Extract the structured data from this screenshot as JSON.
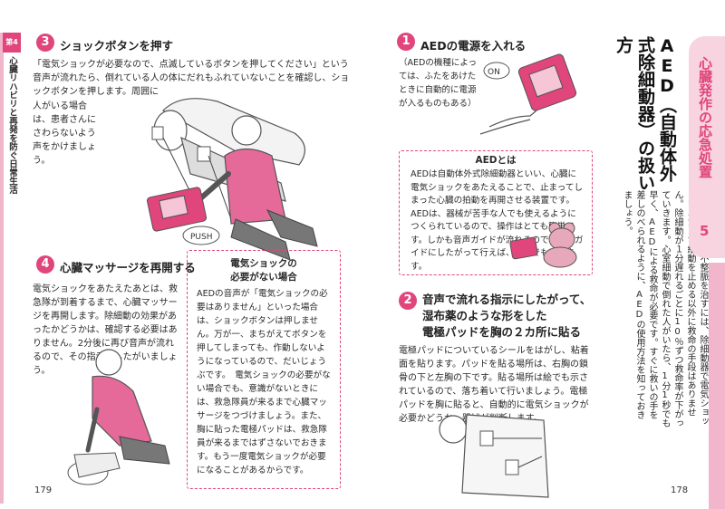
{
  "left_page": {
    "chapter_tab": "第4章",
    "chapter_title": "心臓リハビリと再発を防ぐ日常生活",
    "section3": {
      "number": "3",
      "title": "ショックボタンを押す",
      "text1": "「電気ショックが必要なので、点滅しているボタンを押してください」という音声が流れたら、倒れている人の体にだれもふれていないことを確認し、ショックボタンを押します。周囲に",
      "text2": "人がいる場合は、患者さんにさわらないよう声をかけましょう。",
      "illustration_label": "PUSH"
    },
    "section4": {
      "number": "4",
      "title": "心臓マッサージを再開する",
      "text": "電気ショックをあたえたあとは、救急隊が到着するまで、心臓マッサージを再開します。除細動の効果があったかどうかは、確認する必要はありません。2分後に再び音声が流れるので、その指示にしたがいましょう。"
    },
    "box": {
      "title_line1": "電気ショックの",
      "title_line2": "必要がない場合",
      "text": "AEDの音声が「電気ショックの必要はありません」といった場合は、ショックボタンは押しません。万が一、まちがえてボタンを押してしまっても、作動しないようになっているので、だいじょうぶです。　電気ショックの必要がない場合でも、意識がないときには、救急隊員が来るまで心臓マッサージをつづけましょう。また、胸に貼った電極パッドは、救急隊員が来るまではずさないでおきます。もう一度電気ショックが必要になることがあるからです。"
    },
    "folio": "179"
  },
  "right_page": {
    "section_label": "心臓発作の応急処置",
    "section_number": "5",
    "main_title": "AED（自動体外式除細動器）の扱い方",
    "intro_text": "心室細動という不整脈を治すには、除細動器で電気ショックをあたえて細動を止める以外に救命の手段はありません。除細動が１分遅れるごとに10％ずつ救命率が下がっていきます。心室細動で倒れた人がいたら、1分1秒でも早く、AEDによる救命が必要です。すぐに救いの手を差しのべられるように、AEDの使用方法を知っておきましょう。",
    "section1": {
      "number": "1",
      "title": "AEDの電源を入れる",
      "note": "（AEDの機種によっては、ふたをあけたときに自動的に電源が入るものもある）",
      "bubble": "ON"
    },
    "box": {
      "title": "AEDとは",
      "text": "AEDは自動体外式除細動器といい、心臓に電気ショックをあたえることで、止まってしまった心臓の拍動を再開させる装置です。AEDは、器械が苦手な人でも使えるようにつくられているので、操作はとても簡単です。しかも音声ガイドが流れるので、そのガイドにしたがって行えば、だれでもできます。"
    },
    "section2": {
      "number": "2",
      "title_line1": "音声で流れる指示にしたがって、",
      "title_line2": "湿布薬のような形をした",
      "title_line3": "電極パッドを胸の２カ所に貼る",
      "text": "電極パッドについているシールをはがし、粘着面を貼ります。パッドを貼る場所は、右胸の鎖骨の下と左胸の下です。貼る場所は絵でも示されているので、落ち着いて行いましょう。電極パッドを胸に貼ると、自動的に電気ショックが必要かどうか、器械が判断します。"
    },
    "folio": "178"
  },
  "colors": {
    "accent": "#e0457b",
    "shirt": "#e56a9a",
    "gray": "#888888"
  }
}
